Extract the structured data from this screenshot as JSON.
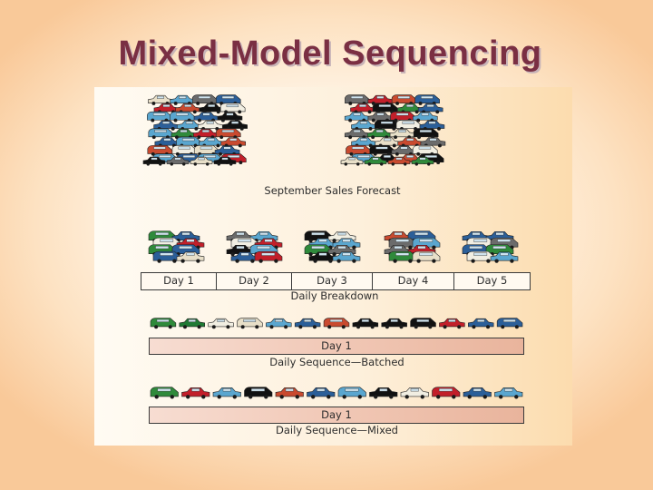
{
  "title": "Mixed-Model Sequencing",
  "forecast_label": "September Sales Forecast",
  "days": [
    "Day 1",
    "Day 2",
    "Day 3",
    "Day 4",
    "Day 5"
  ],
  "breakdown_label": "Daily Breakdown",
  "batched": {
    "day_label": "Day 1",
    "caption": "Daily Sequence—Batched",
    "car_colors": [
      "#2f8a3b",
      "#1f7a35",
      "#f1eee2",
      "#e8dfc8",
      "#5aa6cf",
      "#2b5f99",
      "#c94a2f",
      "#111111",
      "#111111",
      "#111111",
      "#c21f2a",
      "#2b5f99",
      "#2b5f99"
    ]
  },
  "mixed": {
    "day_label": "Day 1",
    "caption": "Daily Sequence—Mixed",
    "car_colors": [
      "#2f8a3b",
      "#c21f2a",
      "#5aa6cf",
      "#111111",
      "#c94a2f",
      "#2b5f99",
      "#5aa6cf",
      "#111111",
      "#f1eee2",
      "#c21f2a",
      "#2b5f99",
      "#5aa6cf"
    ]
  },
  "palette": {
    "cars": [
      "#c21f2a",
      "#2f8a3b",
      "#2b5f99",
      "#5aa6cf",
      "#111111",
      "#e8dfc8",
      "#c94a2f",
      "#6b6b6b",
      "#f1eee2"
    ],
    "title_color": "#7a2f43"
  }
}
